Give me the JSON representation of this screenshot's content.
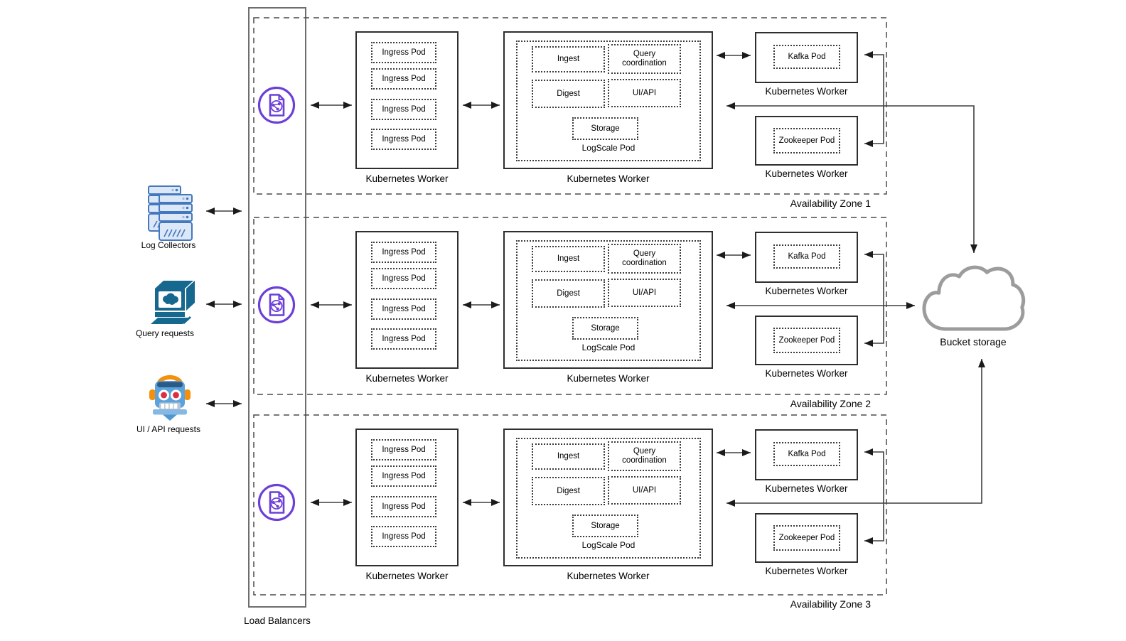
{
  "sources": [
    {
      "id": "log-collectors",
      "label": "Log Collectors",
      "icon": "server-stack-icon"
    },
    {
      "id": "query-requests",
      "label": "Query requests",
      "icon": "terminal-cloud-icon"
    },
    {
      "id": "ui-api-requests",
      "label": "UI / API requests",
      "icon": "robot-icon"
    }
  ],
  "load_balancers": {
    "label": "Load Balancers",
    "icon": "load-balancer-icon",
    "count": 3
  },
  "zones": [
    {
      "name": "Availability Zone 1",
      "ingress_worker": {
        "label": "Kubernetes Worker",
        "pods": [
          "Ingress Pod",
          "Ingress Pod",
          "Ingress Pod",
          "Ingress Pod"
        ]
      },
      "logscale_worker": {
        "label": "Kubernetes Worker",
        "pod_label": "LogScale Pod",
        "components": {
          "ingest": "Ingest",
          "query_coordination": "Query coordination",
          "digest": "Digest",
          "ui_api": "UI/API",
          "storage": "Storage"
        }
      },
      "kafka_worker": {
        "label": "Kubernetes Worker",
        "pod": "Kafka Pod"
      },
      "zookeeper_worker": {
        "label": "Kubernetes Worker",
        "pod": "Zookeeper Pod"
      }
    },
    {
      "name": "Availability Zone 2",
      "ingress_worker": {
        "label": "Kubernetes Worker",
        "pods": [
          "Ingress Pod",
          "Ingress Pod",
          "Ingress Pod",
          "Ingress Pod"
        ]
      },
      "logscale_worker": {
        "label": "Kubernetes Worker",
        "pod_label": "LogScale Pod",
        "components": {
          "ingest": "Ingest",
          "query_coordination": "Query coordination",
          "digest": "Digest",
          "ui_api": "UI/API",
          "storage": "Storage"
        }
      },
      "kafka_worker": {
        "label": "Kubernetes Worker",
        "pod": "Kafka Pod"
      },
      "zookeeper_worker": {
        "label": "Kubernetes Worker",
        "pod": "Zookeeper Pod"
      }
    },
    {
      "name": "Availability Zone 3",
      "ingress_worker": {
        "label": "Kubernetes Worker",
        "pods": [
          "Ingress Pod",
          "Ingress Pod",
          "Ingress Pod",
          "Ingress Pod"
        ]
      },
      "logscale_worker": {
        "label": "Kubernetes Worker",
        "pod_label": "LogScale Pod",
        "components": {
          "ingest": "Ingest",
          "query_coordination": "Query coordination",
          "digest": "Digest",
          "ui_api": "UI/API",
          "storage": "Storage"
        }
      },
      "kafka_worker": {
        "label": "Kubernetes Worker",
        "pod": "Kafka Pod"
      },
      "zookeeper_worker": {
        "label": "Kubernetes Worker",
        "pod": "Zookeeper Pod"
      }
    }
  ],
  "bucket_storage": {
    "label": "Bucket storage",
    "icon": "cloud-icon"
  },
  "colors": {
    "connector_line": "#3f3f3f",
    "arrowhead": "#1b1b1b",
    "box_border": "#2e2e2e",
    "zone_dash": "#4a4a4a",
    "lb_purple": "#6C3FD8",
    "cloud_gray": "#9C9C9C",
    "server_fill": "#DCE7F8",
    "server_stroke": "#4478BE",
    "terminal_teal": "#16688F",
    "robot_blue": "#5CA3DB",
    "robot_orange": "#F4900C",
    "robot_red": "#DD2E44"
  }
}
